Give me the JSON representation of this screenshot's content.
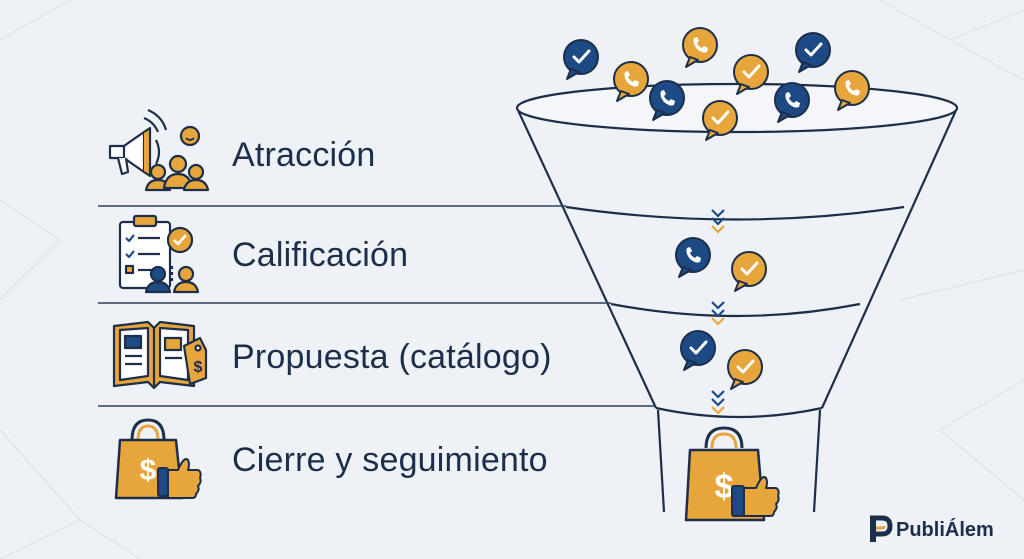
{
  "stages": [
    {
      "label": "Atracción",
      "icon": "megaphone-audience-icon"
    },
    {
      "label": "Calificación",
      "icon": "checklist-evaluation-icon"
    },
    {
      "label": "Propuesta (catálogo)",
      "icon": "catalog-price-tag-icon"
    },
    {
      "label": "Cierre y seguimiento",
      "icon": "shopping-bag-thumbs-up-icon"
    }
  ],
  "brand": {
    "name": "PubliÁlem",
    "logo_icon": "publialem-logo-icon"
  },
  "colors": {
    "navy": "#1d4a85",
    "gold": "#e7a63c",
    "outline": "#1c2e4a",
    "background": "#eef2f7"
  }
}
